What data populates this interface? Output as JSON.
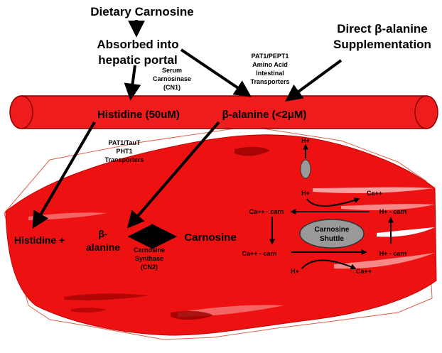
{
  "colors": {
    "vessel": "#ee1c1c",
    "vessel_edge": "#8b0000",
    "muscle": "#ee1111",
    "muscle_edge": "#c00000",
    "fiber_light": "#ffffff",
    "fiber_dark": "#990000",
    "shuttle": "#999999",
    "arrow": "#000000"
  },
  "labels": {
    "dietary": "Dietary Carnosine",
    "absorbed_1": "Absorbed into",
    "absorbed_2": "hepatic portal",
    "direct_1": "Direct β-alanine",
    "direct_2": "Supplementation",
    "serum_1": "Serum",
    "serum_2": "Carnosinase",
    "serum_3": "(CN1)",
    "pat1_1": "PAT1/PEPT1",
    "pat1_2": "Amino Acid",
    "pat1_3": "Intestinal",
    "pat1_4": "Transporters",
    "histidine_blood": "Histidine (50uM)",
    "balanine_blood": "β-alanine (<2μM)",
    "taut_1": "PAT1/TauT",
    "taut_2": "PHT1",
    "taut_3": "Transporters",
    "histidine_plus": "Histidine +",
    "beta_1": "β-",
    "beta_2": "alanine",
    "carnosine": "Carnosine",
    "synthase_1": "Carnosine",
    "synthase_2": "Synthase",
    "synthase_3": "(CN2)",
    "shuttle_1": "Carnosine",
    "shuttle_2": "Shuttle",
    "h_top": "H+",
    "h_mid": "H+",
    "ca_top": "Ca++",
    "ca_carn_left": "Ca++ - carn",
    "h_carn_right": "H+ - carn",
    "ca_carn_lower": "Ca++ - carn",
    "h_carn_lower": "H+ - carn",
    "h_bottom": "H+",
    "ca_bottom": "Ca++"
  }
}
